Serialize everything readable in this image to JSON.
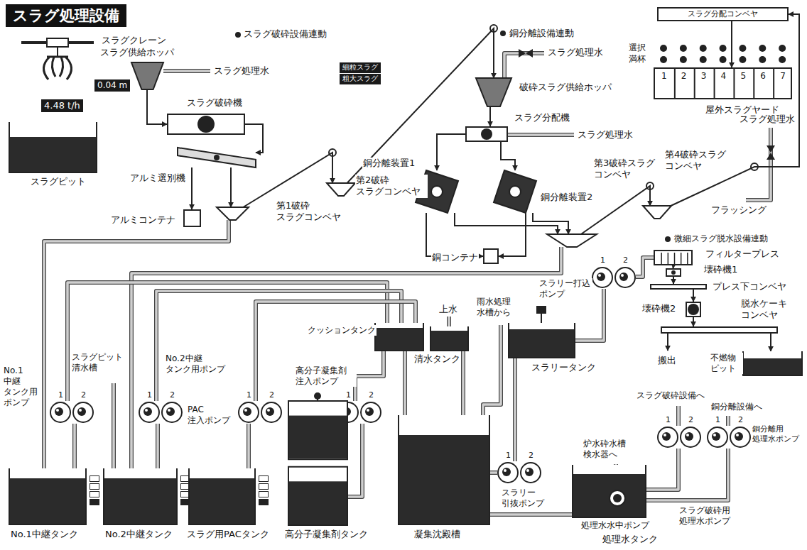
{
  "diagram": {
    "title": "スラグ処理設備",
    "nodes": [
      {
        "text": [
          "スラグクレーン"
        ]
      },
      {
        "text": [
          "スラグ供給ホッパ"
        ]
      },
      {
        "text": [
          "スラグピット"
        ]
      },
      {
        "text": [
          "スラグ破砕機"
        ]
      },
      {
        "text": [
          "アルミ選別機"
        ]
      },
      {
        "text": [
          "アルミコンテナ"
        ]
      },
      {
        "text": [
          "第1破砕 スラグコンベヤ"
        ]
      },
      {
        "text": [
          "第2破砕 スラグコンベヤ"
        ]
      },
      {
        "text": [
          "破砕スラグ供給ホッパ"
        ]
      },
      {
        "text": [
          "スラグ分配機"
        ]
      },
      {
        "text": [
          "銅分離装置1"
        ]
      },
      {
        "text": [
          "銅分離装置2"
        ]
      },
      {
        "text": [
          "銅コンテナ"
        ]
      },
      {
        "text": [
          "第3破砕スラグ コンベヤ"
        ]
      },
      {
        "text": [
          "スラグ分配コンベヤ"
        ]
      },
      {
        "text": [
          "屋外スラグヤード"
        ]
      },
      {
        "text": [
          "第4破砕スラグ コンベヤ"
        ]
      },
      {
        "text": [
          "フィルタープレス"
        ]
      },
      {
        "text": [
          "壊砕機1"
        ]
      },
      {
        "text": [
          "プレス下コンベヤ"
        ]
      },
      {
        "text": [
          "壊砕機2"
        ]
      },
      {
        "text": [
          "脱水ケーキ コンベヤ"
        ]
      },
      {
        "text": [
          "不燃物 ピット"
        ]
      },
      {
        "text": [
          "クッションタンク"
        ]
      },
      {
        "text": [
          "清水タンク"
        ]
      },
      {
        "text": [
          "スラリータンク"
        ]
      },
      {
        "text": [
          "スラリー打込 ポンプ"
        ]
      },
      {
        "text": [
          "No.1 中継 タンク用 ポンプ"
        ]
      },
      {
        "text": [
          "No.2中継 タンク用ポンプ"
        ]
      },
      {
        "text": [
          "PAC 注入ポンプ"
        ]
      },
      {
        "text": [
          "高分子凝集剤 注入ポンプ"
        ]
      },
      {
        "text": [
          "スラリー 引抜ポンプ"
        ]
      },
      {
        "text": [
          "No.1中継タンク"
        ]
      },
      {
        "text": [
          "No.2中継タンク"
        ]
      },
      {
        "text": [
          "スラグ用PACタンク"
        ]
      },
      {
        "text": [
          "高分子凝集剤タンク"
        ]
      },
      {
        "text": [
          "凝集沈殿槽"
        ]
      },
      {
        "text": [
          "処理水タンク"
        ]
      },
      {
        "text": [
          "処理水水中ポンプ"
        ],
        "in": 37
      },
      {
        "text": [
          "スラグ破砕用 処理水ポンプ"
        ]
      },
      {
        "text": [
          "銅分離用 処理水ポンプ"
        ]
      }
    ],
    "edges": [
      {
        "from": 1,
        "to": 3,
        "arrow": "to"
      },
      {
        "from": 3,
        "to": 4,
        "arrow": "to"
      },
      {
        "from": 4,
        "to": 5,
        "arrow": "to"
      },
      {
        "from": 4,
        "to": 6,
        "arrow": "to"
      },
      {
        "from": 6,
        "to": 7,
        "arrow": "to"
      },
      {
        "from": 7,
        "to": 8,
        "arrow": "to"
      },
      {
        "from": 8,
        "to": 9,
        "arrow": "to"
      },
      {
        "from": 9,
        "to": 10,
        "arrow": "to"
      },
      {
        "from": 9,
        "to": 11,
        "arrow": "to"
      },
      {
        "from": 10,
        "to": 12,
        "arrow": "to"
      },
      {
        "from": 11,
        "to": 12,
        "arrow": "to"
      },
      {
        "from": 10,
        "to": 13,
        "arrow": "to"
      },
      {
        "from": 11,
        "to": 13,
        "arrow": "to"
      },
      {
        "from": 13,
        "to": 16,
        "arrow": "to"
      },
      {
        "from": 16,
        "to": 14,
        "arrow": "to"
      },
      {
        "from": 14,
        "to": 15,
        "arrow": "to"
      },
      {
        "from": 6,
        "to": 32,
        "arrow": "none"
      },
      {
        "from": 13,
        "to": 33,
        "arrow": "none"
      },
      {
        "from": 32,
        "to": 27,
        "arrow": "none"
      },
      {
        "from": 27,
        "to": 23,
        "arrow": "none"
      },
      {
        "from": 28,
        "to": 23,
        "arrow": "none"
      },
      {
        "from": 33,
        "to": 28,
        "arrow": "none"
      },
      {
        "from": 34,
        "to": 29,
        "arrow": "none"
      },
      {
        "from": 29,
        "to": 23,
        "arrow": "none"
      },
      {
        "from": 35,
        "to": 30,
        "arrow": "none"
      },
      {
        "from": 30,
        "to": 23,
        "arrow": "none"
      },
      {
        "from": 23,
        "to": 36,
        "arrow": "none"
      },
      {
        "from": 24,
        "to": 36,
        "arrow": "none"
      },
      {
        "from": 36,
        "to": 31,
        "arrow": "none"
      },
      {
        "from": 31,
        "to": 25,
        "arrow": "none"
      },
      {
        "from": 25,
        "to": 26,
        "arrow": "none"
      },
      {
        "from": 26,
        "to": 17,
        "arrow": "none"
      },
      {
        "from": 17,
        "to": 18,
        "arrow": "to"
      },
      {
        "from": 18,
        "to": 19,
        "arrow": "to"
      },
      {
        "from": 19,
        "to": 20,
        "arrow": "to"
      },
      {
        "from": 20,
        "to": 21,
        "arrow": "to"
      },
      {
        "from": 21,
        "to": 22,
        "arrow": "to"
      },
      {
        "from": 36,
        "to": 37,
        "arrow": "none"
      },
      {
        "from": 37,
        "to": 39,
        "arrow": "none"
      },
      {
        "from": 37,
        "to": 40,
        "arrow": "none"
      }
    ],
    "labels": [
      "スラグ破砕設備連動",
      "銅分離設備連動",
      "0.04 m",
      "4.48 t/h",
      "細粒スラグ",
      "粗大スラグ",
      "スラグ処理水",
      "スラグ処理水",
      "スラグ処理水",
      "選択",
      "満杯",
      "1",
      "2",
      "3",
      "4",
      "5",
      "6",
      "7",
      "スラグ処理水",
      "フラッシング",
      "微細スラグ脱水設備連動",
      "搬出",
      "上水",
      "雨水処理 水槽から",
      "スラグピット 清水槽",
      "炉水砕水槽 検水器へ",
      "スラグ破砕設備へ",
      "銅分離設備へ",
      "1",
      "2",
      "1",
      "2",
      "1",
      "2",
      "1",
      "2",
      "1",
      "2",
      "1",
      "2",
      "1",
      "2",
      "1",
      "2"
    ]
  }
}
